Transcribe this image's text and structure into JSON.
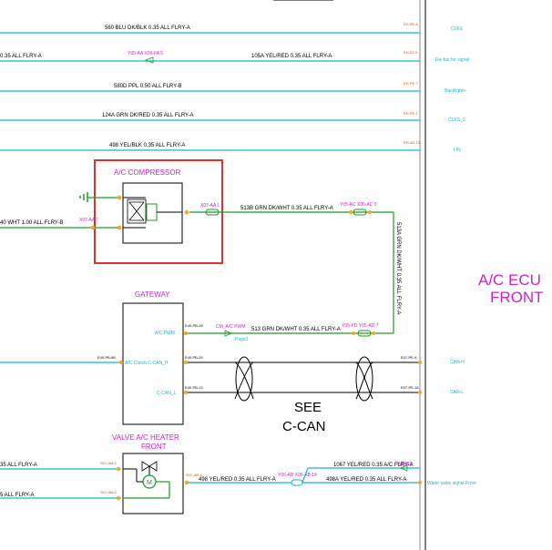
{
  "wires": [
    {
      "label": "560 BLU DK/BLK 0.35 ALL FLRY-A",
      "connector": "EH-PE-8",
      "signal": "CLKS"
    },
    {
      "label": "0.35 ALL FLRY-A",
      "connector_mid": "Y05-AA X06-FA 5",
      "label2": "105A YEL/RED 0.35 ALL FLRY-A",
      "connector": "EH-ST-9",
      "signal": "Ew-fan for signal"
    },
    {
      "label": "580D PPL 0.50 ALL FLRY-B",
      "connector": "EH-PE-7",
      "signal": "Backlight+"
    },
    {
      "label": "124A GRN DK/RED 0.35 ALL FLRY-A",
      "connector": "EH-PE-1",
      "signal": "CLKS_1"
    },
    {
      "label": "498 YEL/BLK 0.35 ALL FLRY-A",
      "connector": "EH-AE-12",
      "signal": "LIN"
    }
  ],
  "ac_compressor": {
    "title": "A/C COMPRESSOR",
    "conn_right": "X07-AA 1",
    "conn_left": "X07-AA 7",
    "wire_left": "40 WHT 1.00 ALL FLRY-B",
    "wire_right": "513B GRN DK/WHT 0.35 ALL FLRY-A",
    "conn_mid": "Y05-AC X06-AC 5",
    "vertical_wire": "513A GRN DK/WHT 0.35 ALL FLRY-A"
  },
  "ecu": {
    "line1": "A/C ECU",
    "line2": "FRONT"
  },
  "gateway": {
    "title": "GATEWAY",
    "pin_pwm": "A/C PWM",
    "pin_clutch": "A/C Clutch C-CAN_H",
    "pin_canl": "C-CAN_L",
    "left_conn": "E40-PB-88",
    "conn_pwm": "E40-PB-28",
    "conn_canh": "E40-PB-29",
    "conn_canl": "E40-PB-13",
    "pwm_signal": "CM_A/C PWM",
    "page_ref": "Page2",
    "pwm_wire": "513 GRN DK/WHT 0.35 ALL FLRY-A",
    "pwm_conn": "Y05-PD Y05-AD 7",
    "canh_right": "E07-PE-9",
    "canl_right": "E07-PE-16",
    "canh_label": "CAN-H",
    "canl_label": "CAN-L"
  },
  "see_note": {
    "line1": "SEE",
    "line2": "C-CAN"
  },
  "valve": {
    "title_line1": "VALVE A/C HEATER",
    "title_line2": "FRONT",
    "wire1": "35 ALL FLRY-A",
    "wire2": "5 ALL FLRY-A",
    "left_tag1": "S07-AM-1",
    "left_tag2": "S07-AM-2",
    "right_tag": "S07-AM-1",
    "wire_out": "498 YEL/RED 0.35 ALL FLRY-A",
    "conn_mid": "Y06-AB X06-AB 14",
    "wire_top": "1067 YEL/RED 0.35 A/C FLRY-A",
    "wb_conn": "WB033",
    "wire_bottom": "498A YEL/RED 0.35 ALL FLRY-A",
    "signal": "Water valve signal Front"
  }
}
